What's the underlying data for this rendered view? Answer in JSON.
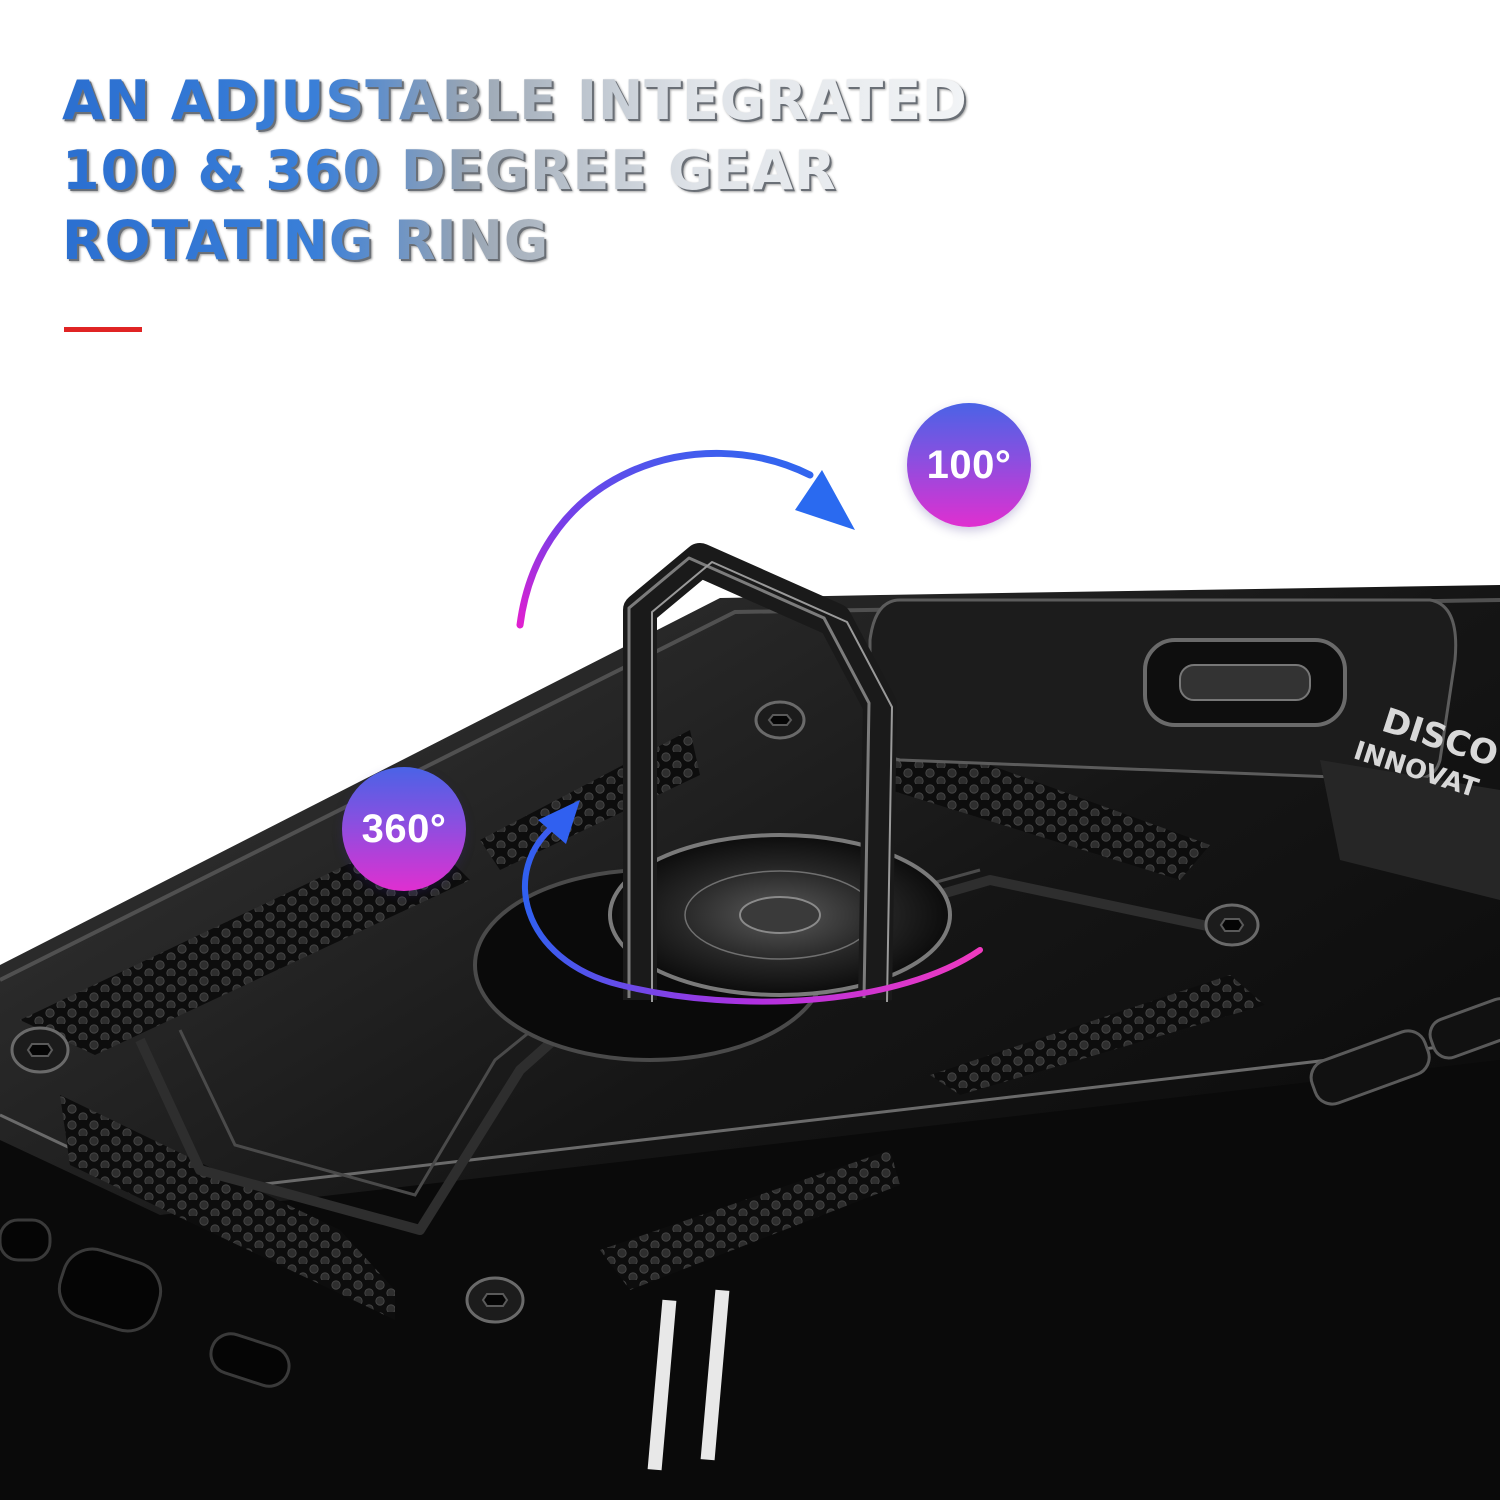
{
  "headline": {
    "line1": "AN ADJUSTABLE INTEGRATED",
    "line2": "100 & 360 DEGREE GEAR",
    "line3": "ROTATING RING"
  },
  "badges": {
    "tilt": "100°",
    "spin": "360°"
  },
  "case_print": {
    "line1": "DISCO",
    "line2": "INNOVAT"
  },
  "colors": {
    "title_blue": "#2b6fd0",
    "accent_red": "#e02424",
    "badge_top": "#4a63e6",
    "badge_bottom": "#e02fd0",
    "case_black": "#141414"
  }
}
